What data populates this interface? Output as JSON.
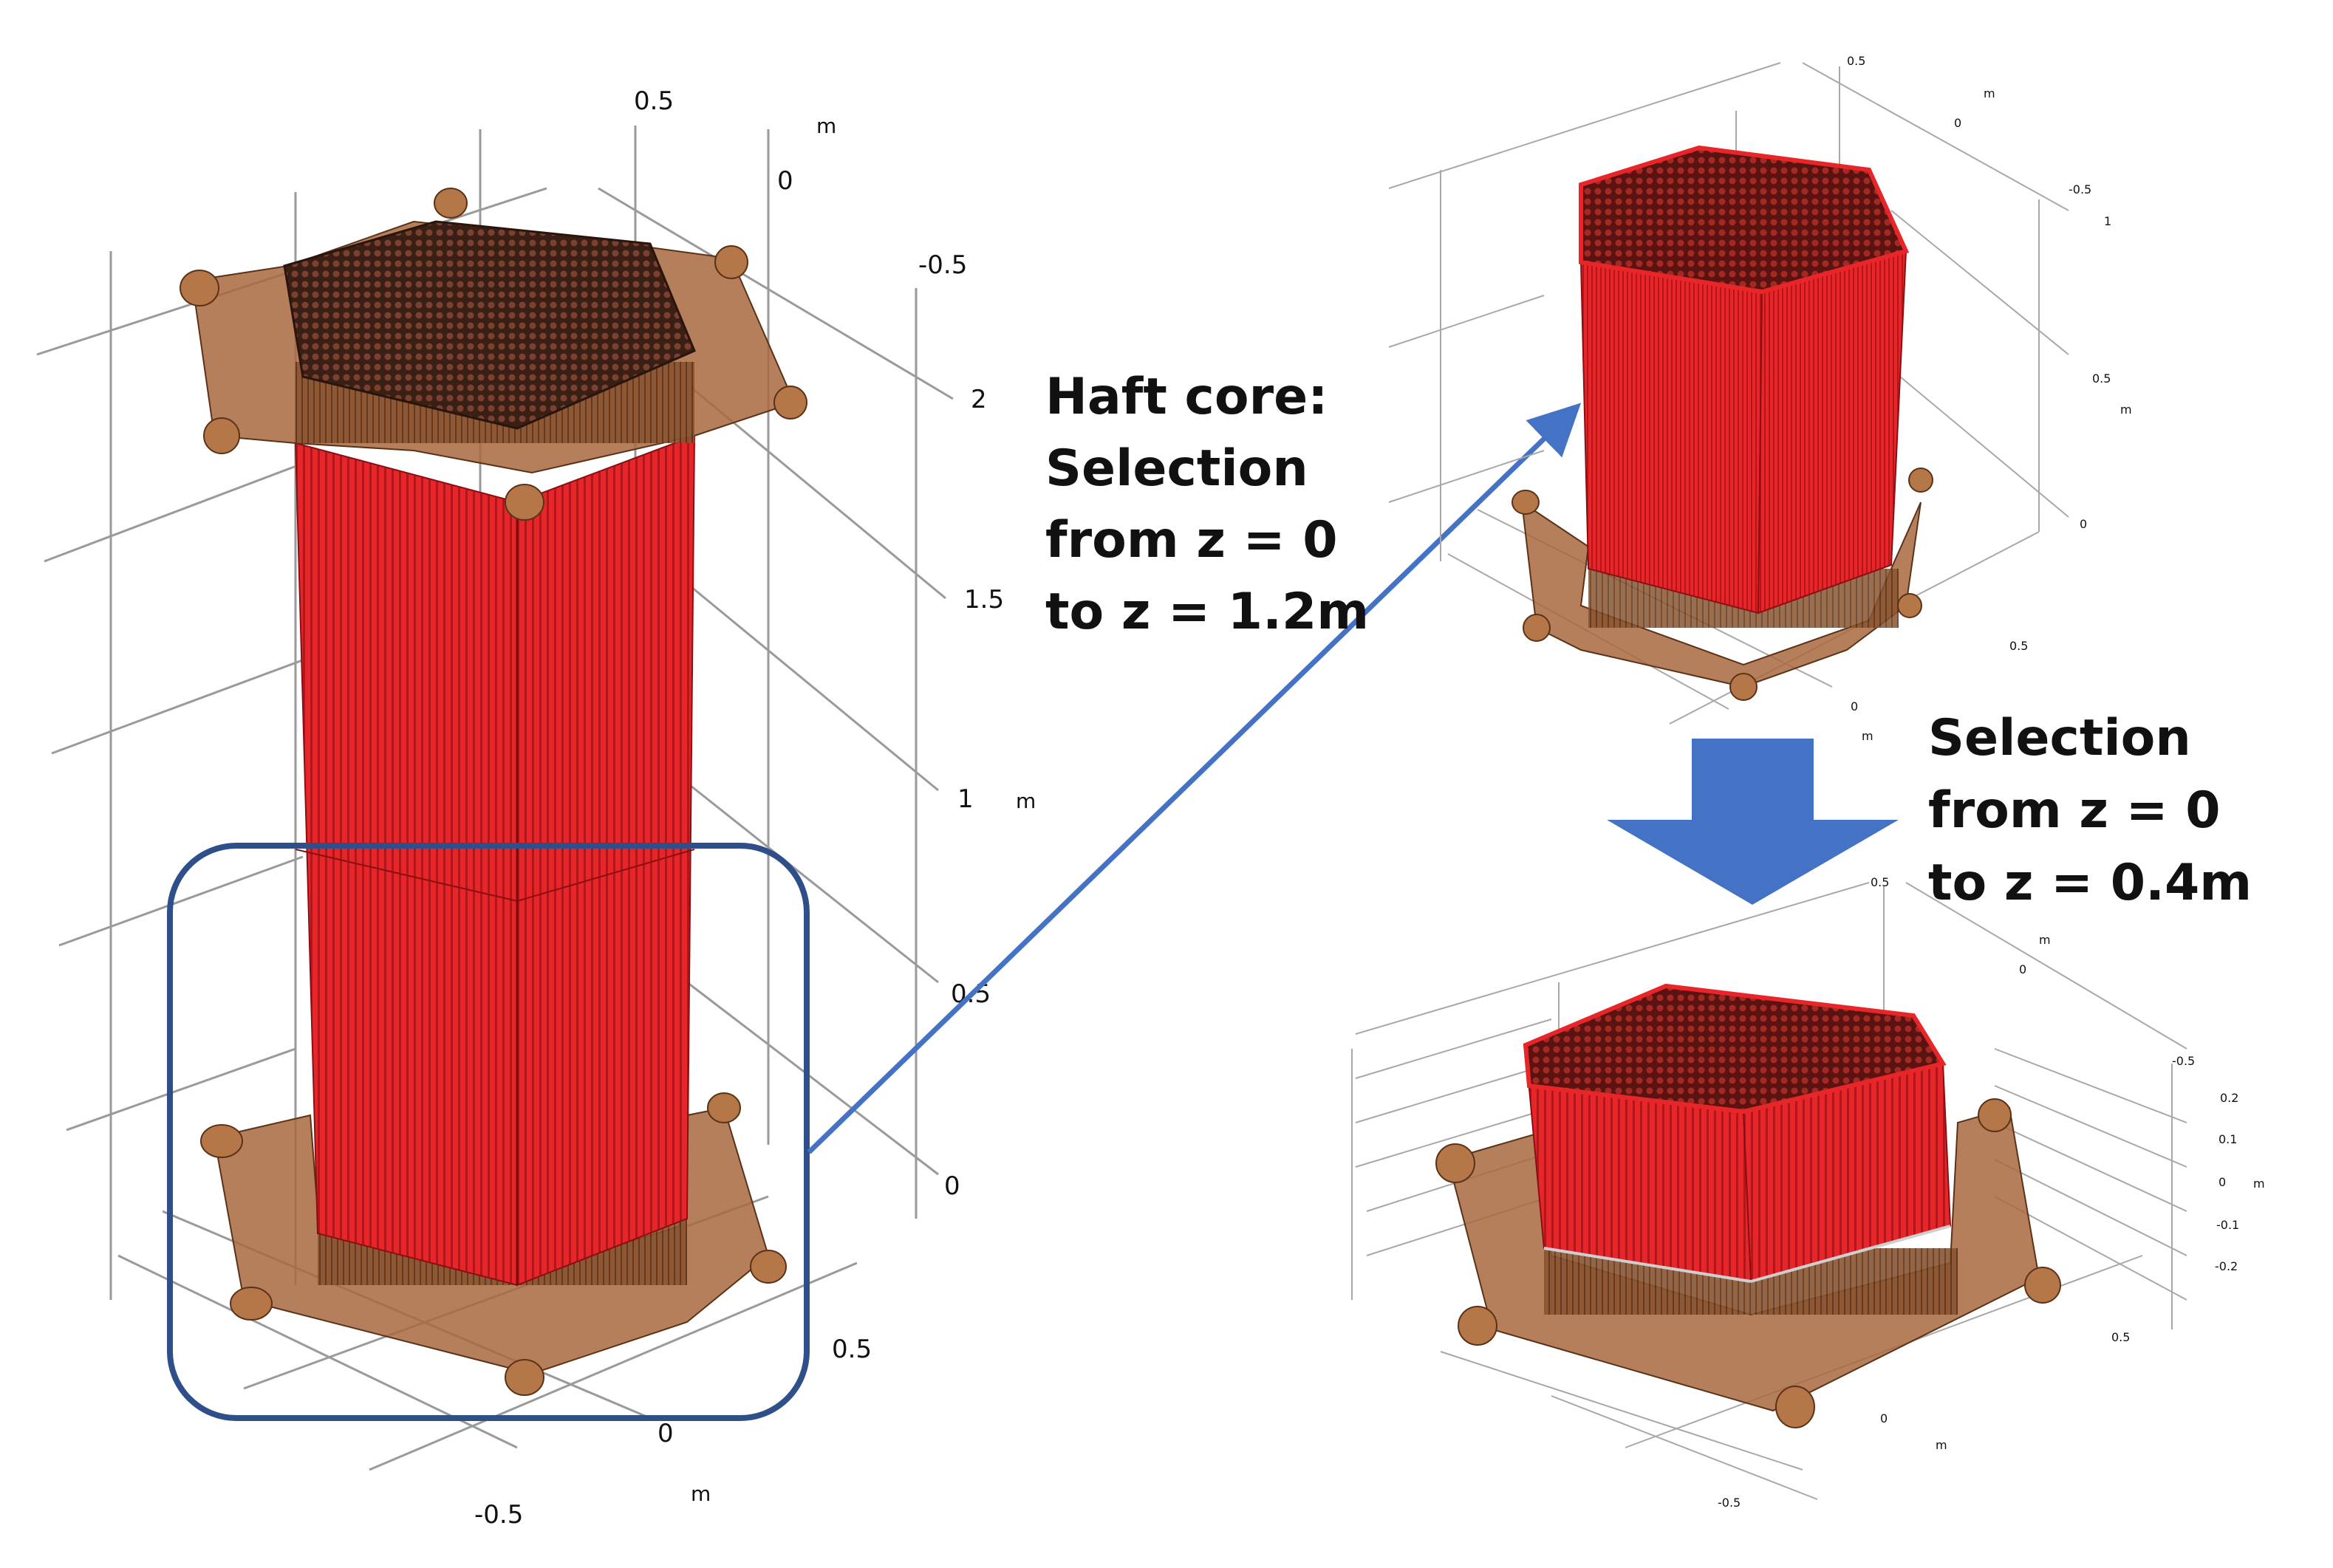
{
  "annotations": {
    "half_core_lines": [
      "Haft core:",
      "Selection",
      "from z = 0",
      "to z = 1.2m"
    ],
    "selection_lines": [
      "Selection",
      "from z = 0",
      "to z = 0.4m"
    ]
  },
  "left_model": {
    "top_ticks": [
      "0.5",
      "m",
      "0",
      "-0.5"
    ],
    "z_ticks": [
      "2",
      "1.5",
      "1",
      "m",
      "0.5",
      "0"
    ],
    "bottom_ticks": [
      "0.5",
      "0",
      "-0.5",
      "m"
    ]
  },
  "top_right_model": {
    "top_ticks": [
      "0.5",
      "m",
      "0",
      "-0.5"
    ],
    "z_ticks": [
      "1",
      "0.5",
      "m",
      "0"
    ],
    "bottom_ticks": [
      "0.5",
      "0",
      "m"
    ]
  },
  "bottom_right_model": {
    "top_ticks": [
      "0.5",
      "m",
      "0",
      "-0.5"
    ],
    "z_ticks": [
      "0.2",
      "0.1",
      "0",
      "m",
      "-0.1",
      "-0.2"
    ],
    "bottom_ticks": [
      "0.5",
      "0",
      "m",
      "-0.5"
    ]
  },
  "colors": {
    "rods": "#e8262a",
    "rods_dark": "#b51518",
    "support": "#a8683f",
    "support_dark": "#6b3b1e",
    "selection_box": "#2f4f8a",
    "arrow": "#4472c4"
  }
}
